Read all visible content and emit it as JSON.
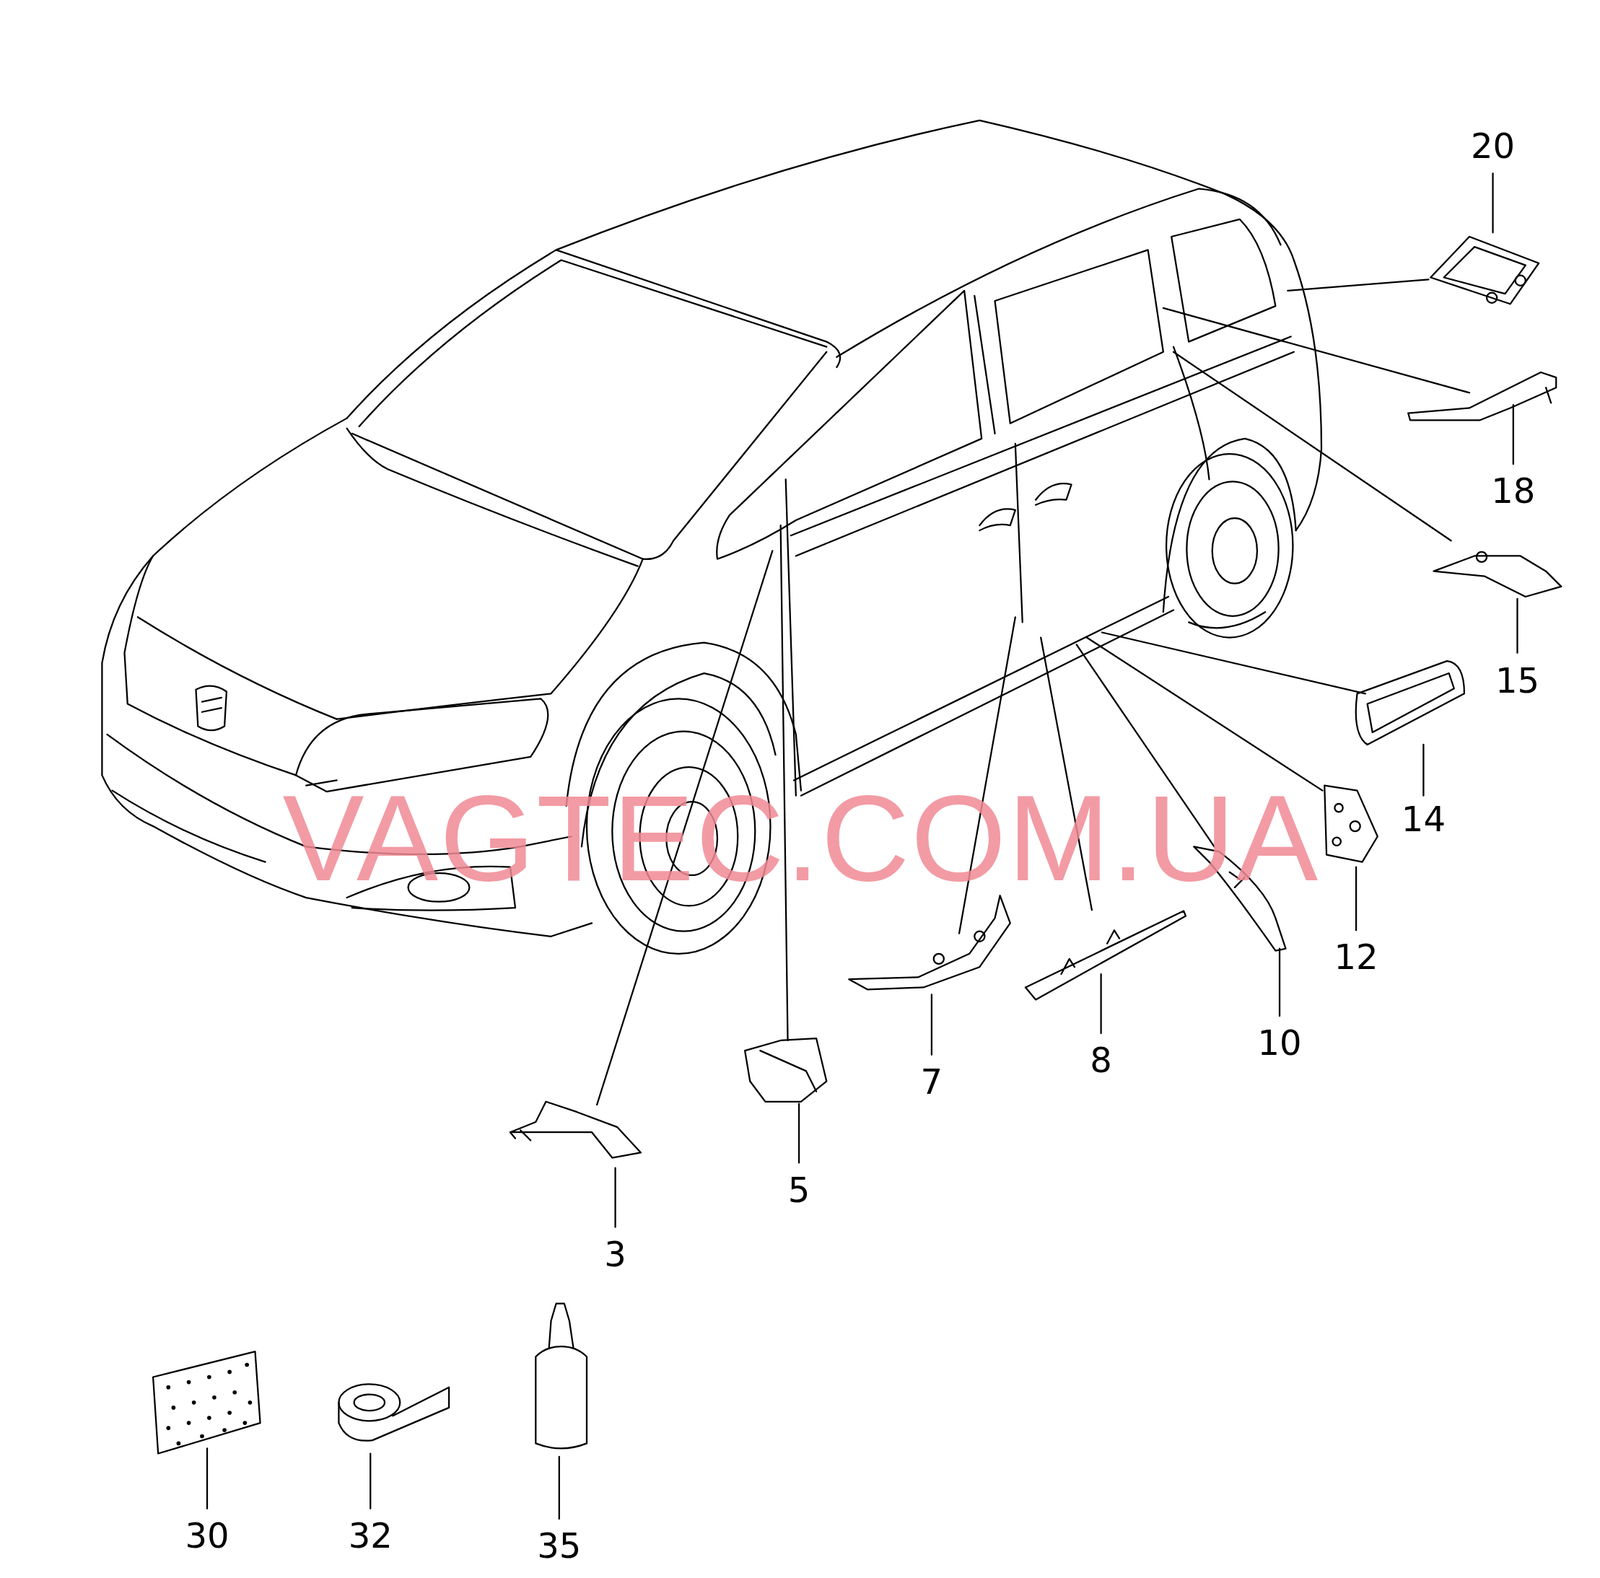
{
  "diagram": {
    "labels": [
      "20",
      "18",
      "15",
      "14",
      "12",
      "10",
      "8",
      "7",
      "5",
      "3",
      "30",
      "32",
      "35",
      "VAGTEC.COM.UA"
    ]
  }
}
